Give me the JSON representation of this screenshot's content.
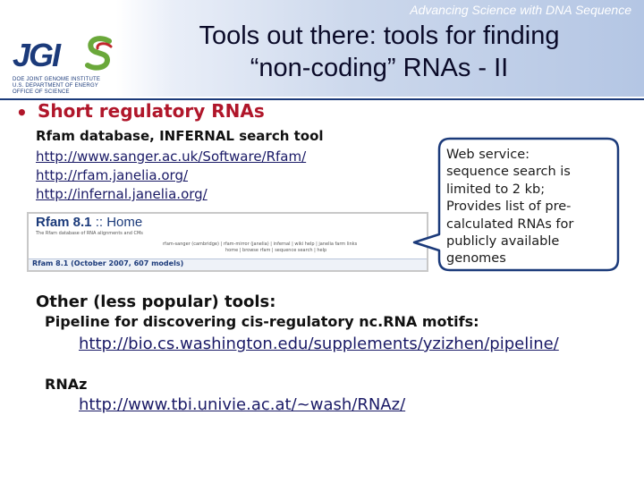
{
  "header": {
    "tagline": "Advancing Science with DNA Sequence",
    "title_line1": "Tools out there: tools for finding",
    "title_line2": "“non-coding” RNAs - II",
    "logo_word": "JGI",
    "logo_line1": "DOE JOINT GENOME INSTITUTE",
    "logo_line2": "U.S. DEPARTMENT OF ENERGY",
    "logo_line3": "OFFICE OF SCIENCE"
  },
  "section": {
    "bullet": "•",
    "heading": "Short regulatory RNAs",
    "rfam_tools": "Rfam database, INFERNAL search tool",
    "links": [
      "http://www.sanger.ac.uk/Software/Rfam/",
      "http://rfam.janelia.org/",
      "http://infernal.janelia.org/"
    ]
  },
  "rfam_screenshot": {
    "logo": "Rfam 8.1",
    "logo_suffix": ":: Home",
    "subtitle": "The Rfam database of RNA alignments and CMs",
    "nav_line1": "rfam-sanger (cambridge) | rfam-mirror (janelia) | infernal | wiki help | janelia farm links",
    "nav_line2": "home | browse rfam | sequence search | help",
    "version": "Rfam 8.1 (October 2007, 607 models)"
  },
  "callout": {
    "lines": [
      "Web service:",
      "sequence search is",
      "limited to 2 kb;",
      "Provides list of pre-",
      "calculated RNAs for",
      "publicly available",
      "genomes"
    ]
  },
  "other_tools": {
    "heading": "Other (less popular) tools:",
    "pipeline_label": "Pipeline for discovering cis-regulatory nc.RNA motifs:",
    "pipeline_link": "http://bio.cs.washington.edu/supplements/yzizhen/pipeline/",
    "rnaz_label": "RNAz",
    "rnaz_link": "http://www.tbi.univie.ac.at/~wash/RNAz/"
  },
  "colors": {
    "heading_red": "#b0162a",
    "link_navy": "#1a1a66",
    "logo_blue": "#1b3a7a",
    "logo_green": "#6aa83a",
    "logo_red": "#c0282d"
  }
}
